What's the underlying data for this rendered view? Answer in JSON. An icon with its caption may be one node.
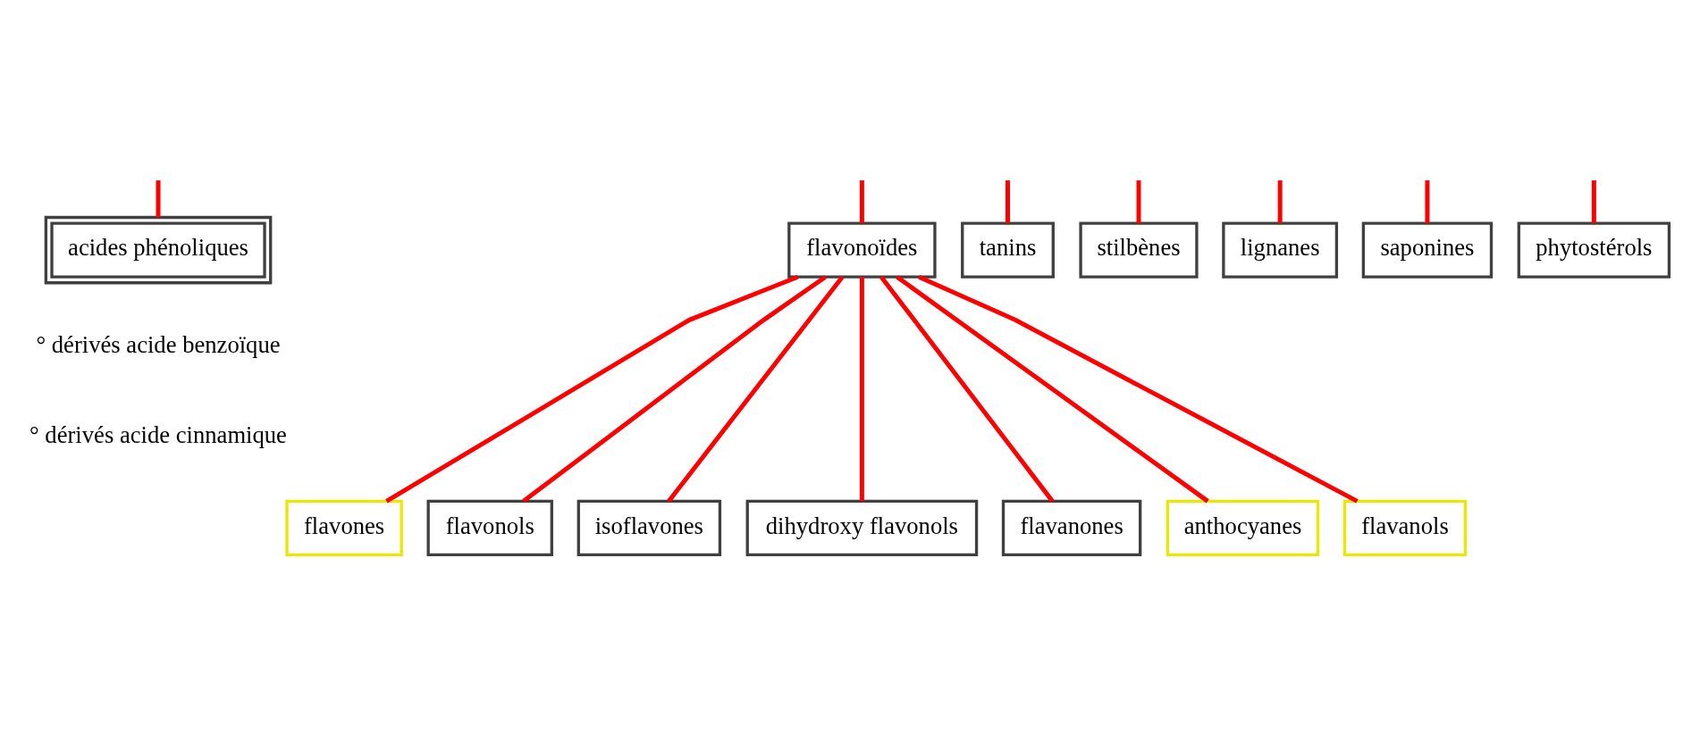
{
  "diagram": {
    "nodes": [
      {
        "text": [
          "acides phénoliques"
        ],
        "beside": [
          "° dérivés acide benzoïque",
          "° dérivés acide cinnamique"
        ]
      },
      {
        "text": [
          "flavonoïdes"
        ]
      },
      {
        "text": [
          "tanins"
        ]
      },
      {
        "text": [
          "stilbènes"
        ]
      },
      {
        "text": [
          "lignanes"
        ]
      },
      {
        "text": [
          "saponines"
        ]
      },
      {
        "text": [
          "phytostérols"
        ]
      },
      {
        "text": [
          "flavones"
        ]
      },
      {
        "text": [
          "flavonols"
        ]
      },
      {
        "text": [
          "isoflavones"
        ]
      },
      {
        "text": [
          "dihydroxy flavonols"
        ]
      },
      {
        "text": [
          "flavanones"
        ]
      },
      {
        "text": [
          "anthocyanes"
        ]
      },
      {
        "text": [
          "flavanols"
        ]
      }
    ],
    "edges": [
      {
        "from": null,
        "to": 0,
        "arrow": "none"
      },
      {
        "from": null,
        "to": 1,
        "arrow": "none"
      },
      {
        "from": null,
        "to": 2,
        "arrow": "none"
      },
      {
        "from": null,
        "to": 3,
        "arrow": "none"
      },
      {
        "from": null,
        "to": 4,
        "arrow": "none"
      },
      {
        "from": null,
        "to": 5,
        "arrow": "none"
      },
      {
        "from": null,
        "to": 6,
        "arrow": "none"
      },
      {
        "from": 1,
        "to": 7,
        "arrow": "none"
      },
      {
        "from": 1,
        "to": 8,
        "arrow": "none"
      },
      {
        "from": 1,
        "to": 9,
        "arrow": "none"
      },
      {
        "from": 1,
        "to": 10,
        "arrow": "none"
      },
      {
        "from": 1,
        "to": 11,
        "arrow": "none"
      },
      {
        "from": 1,
        "to": 12,
        "arrow": "none"
      },
      {
        "from": 1,
        "to": 13,
        "arrow": "none"
      }
    ]
  }
}
